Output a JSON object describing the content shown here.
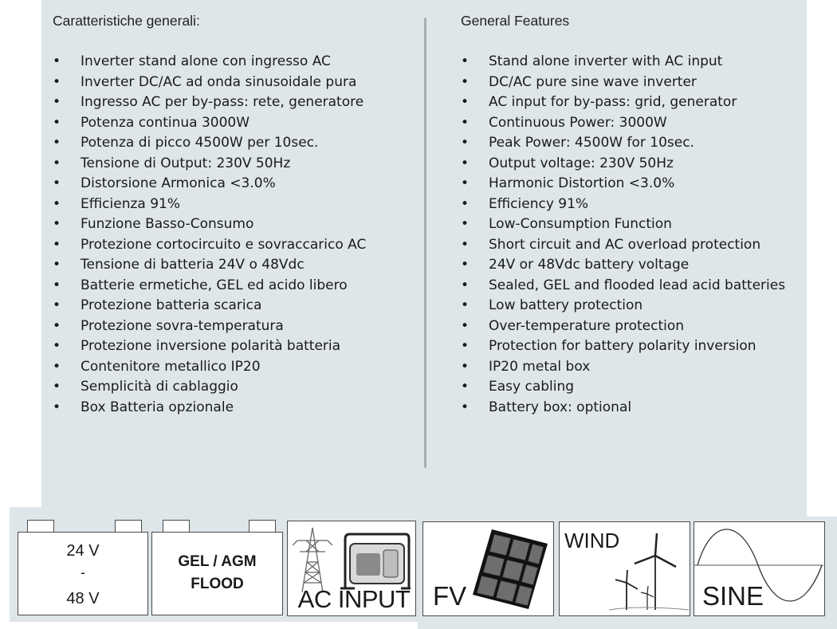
{
  "italian": {
    "title": "Caratteristiche generali:",
    "items": [
      "Inverter stand alone con ingresso AC",
      "Inverter DC/AC ad onda sinusoidale pura",
      "Ingresso AC per by-pass: rete, generatore",
      "Potenza continua 3000W",
      "Potenza di picco 4500W per 10sec.",
      "Tensione di Output: 230V 50Hz",
      "Distorsione Armonica <3.0%",
      "Efficienza 91%",
      "Funzione Basso-Consumo",
      "Protezione cortocircuito e sovraccarico AC",
      "Tensione di batteria 24V o 48Vdc",
      "Batterie ermetiche, GEL ed acido libero",
      "Protezione batteria scarica",
      "Protezione sovra-temperatura",
      "Protezione inversione polarità batteria",
      "Contenitore metallico IP20",
      "Semplicità di cablaggio",
      "Box Batteria opzionale"
    ]
  },
  "english": {
    "title": "General Features",
    "items": [
      "Stand alone inverter with AC input",
      "DC/AC pure sine wave inverter",
      "AC input for by-pass: grid, generator",
      "Continuous Power: 3000W",
      "Peak Power: 4500W for 10sec.",
      "Output voltage: 230V 50Hz",
      "Harmonic Distortion <3.0%",
      "Efficiency 91%",
      "Low-Consumption Function",
      "Short circuit and AC overload protection",
      "24V or 48Vdc battery voltage",
      "Sealed, GEL and flooded lead acid batteries",
      "Low battery protection",
      "Over-temperature protection",
      "Protection for battery polarity inversion",
      "IP20 metal box",
      "Easy cabling",
      "Battery box: optional"
    ]
  },
  "badges": {
    "voltage": {
      "top": "24 V",
      "dash": "-",
      "bottom": "48 V"
    },
    "battery_type": {
      "line1": "GEL / AGM",
      "line2": "FLOOD"
    },
    "ac_input": {
      "label": "AC INPUT",
      "icons": [
        "pylon-icon",
        "generator-icon"
      ]
    },
    "pv": {
      "label": "FV",
      "icons": [
        "solar-panel-icon"
      ]
    },
    "wind": {
      "label": "WIND",
      "icons": [
        "wind-turbine-icon"
      ]
    },
    "sine": {
      "label": "SINE",
      "icons": [
        "sine-wave-icon"
      ]
    }
  }
}
